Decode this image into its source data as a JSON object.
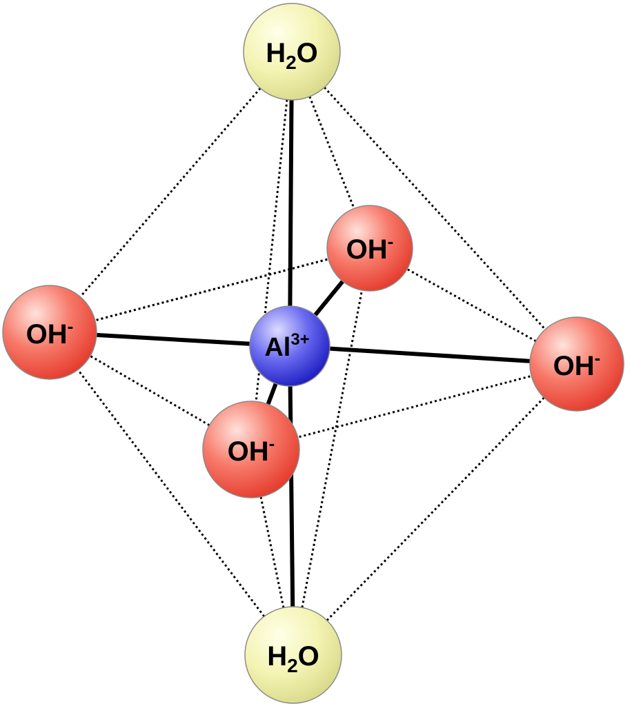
{
  "diagram": {
    "central_atom": {
      "label": "Al",
      "charge": "3+",
      "color": "#3a3ad8"
    },
    "ligands": [
      {
        "id": "top",
        "type": "water",
        "label_main": "H",
        "label_sub": "2",
        "label_end": "O",
        "color": "#f2f2a8"
      },
      {
        "id": "bottom",
        "type": "water",
        "label_main": "H",
        "label_sub": "2",
        "label_end": "O",
        "color": "#f2f2a8"
      },
      {
        "id": "left",
        "type": "hydroxide",
        "label_main": "OH",
        "label_sup": "-",
        "color": "#f25a4a"
      },
      {
        "id": "right",
        "type": "hydroxide",
        "label_main": "OH",
        "label_sup": "-",
        "color": "#f25a4a"
      },
      {
        "id": "back",
        "type": "hydroxide",
        "label_main": "OH",
        "label_sup": "-",
        "color": "#f25a4a"
      },
      {
        "id": "front",
        "type": "hydroxide",
        "label_main": "OH",
        "label_sup": "-",
        "color": "#f25a4a"
      }
    ]
  }
}
